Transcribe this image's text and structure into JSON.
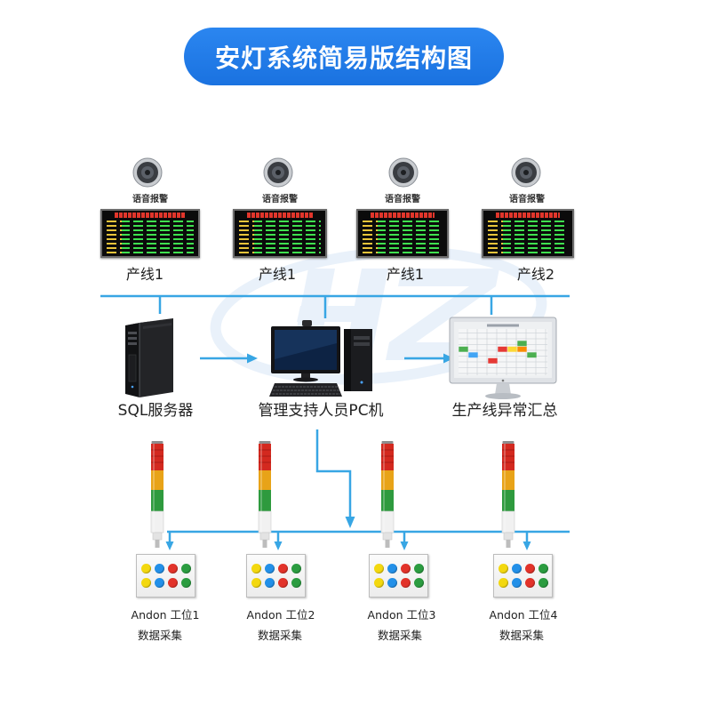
{
  "title": "安灯系统简易版结构图",
  "colors": {
    "title_bg": "#1a72e0",
    "title_text": "#ffffff",
    "wire": "#38a6e4",
    "label_text": "#222222",
    "watermark": "#e9f1fa",
    "light_red": "#d3291f",
    "light_amber": "#e8a318",
    "light_green": "#2e9a3e",
    "button_yellow": "#f3d80f",
    "button_blue": "#2390e8",
    "button_red": "#e2332a",
    "button_green": "#2b9c40"
  },
  "alarm_points": [
    {
      "icon": "speaker-icon",
      "alarm_label": "语音报警",
      "line_label": "产线1"
    },
    {
      "icon": "speaker-icon",
      "alarm_label": "语音报警",
      "line_label": "产线1"
    },
    {
      "icon": "speaker-icon",
      "alarm_label": "语音报警",
      "line_label": "产线1"
    },
    {
      "icon": "speaker-icon",
      "alarm_label": "语音报警",
      "line_label": "产线2"
    }
  ],
  "devices": {
    "server": {
      "icon": "server-tower-icon",
      "label": "SQL服务器"
    },
    "pc": {
      "icon": "desktop-pc-icon",
      "label": "管理支持人员PC机"
    },
    "summary_display": {
      "icon": "monitor-icon",
      "label": "生产线异常汇总"
    }
  },
  "stations": [
    {
      "icon": "andon-tower-light-icon",
      "name": "Andon 工位1",
      "caption": "数据采集"
    },
    {
      "icon": "andon-tower-light-icon",
      "name": "Andon 工位2",
      "caption": "数据采集"
    },
    {
      "icon": "andon-tower-light-icon",
      "name": "Andon 工位3",
      "caption": "数据采集"
    },
    {
      "icon": "andon-tower-light-icon",
      "name": "Andon 工位4",
      "caption": "数据采集"
    }
  ]
}
